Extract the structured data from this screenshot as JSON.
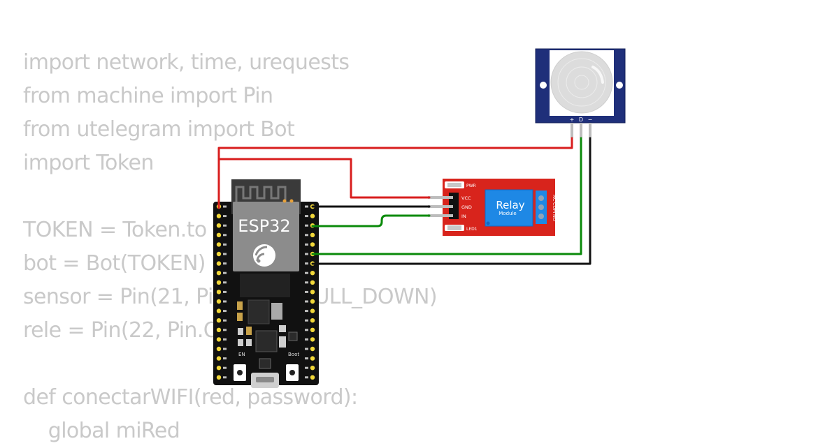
{
  "code": {
    "lines": [
      "import network, time, urequests",
      "from machine import Pin",
      "from utelegram import Bot",
      "import Token",
      "",
      "TOKEN = Token.to",
      "bot = Bot(TOKEN)",
      "sensor = Pin(21, Pin.IN, Pin.PULL_DOWN)",
      "rele = Pin(22, Pin.OUT)",
      "",
      "def conectarWIFI(red, password):",
      "    global miRed"
    ]
  },
  "esp32": {
    "label": "ESP32",
    "en_label": "EN",
    "boot_label": "Boot"
  },
  "relay": {
    "title": "Relay",
    "subtitle": "Module",
    "pins": [
      "VCC",
      "GND",
      "IN"
    ],
    "pwr_label": "PWR",
    "led_label": "LED1",
    "terminals": [
      "NO",
      "COM",
      "NC"
    ]
  },
  "pir": {
    "pins": [
      "+",
      "D",
      "−"
    ]
  },
  "colors": {
    "wire_red": "#d81e1e",
    "wire_green": "#0a8a0a",
    "wire_black": "#111111",
    "relay_red": "#d8241c",
    "relay_blue": "#1e88e5",
    "pir_navy": "#1f2f7a",
    "board": "#111111",
    "code_grey": "#c9c9c9"
  }
}
